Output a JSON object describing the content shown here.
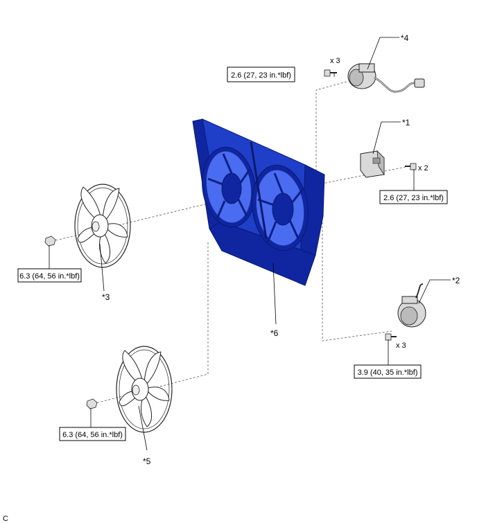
{
  "callouts": {
    "c1": "*1",
    "c2": "*2",
    "c3": "*3",
    "c4": "*4",
    "c5": "*5",
    "c6": "*6"
  },
  "quantities": {
    "q_motor_top": "x 3",
    "q_resistor": "x 2",
    "q_motor_right": "x 3"
  },
  "torques": {
    "t_motor_top": "2.6 (27, 23 in.*lbf)",
    "t_resistor": "2.6 (27, 23 in.*lbf)",
    "t_fan_upper": "6.3 (64, 56 in.*lbf)",
    "t_motor_right": "3.9 (40, 35 in.*lbf)",
    "t_fan_lower": "6.3 (64, 56 in.*lbf)"
  },
  "corner_mark": "C",
  "colors": {
    "shroud": "#1f3fc9",
    "shroud_dark": "#0f26a0",
    "line": "#000000"
  }
}
